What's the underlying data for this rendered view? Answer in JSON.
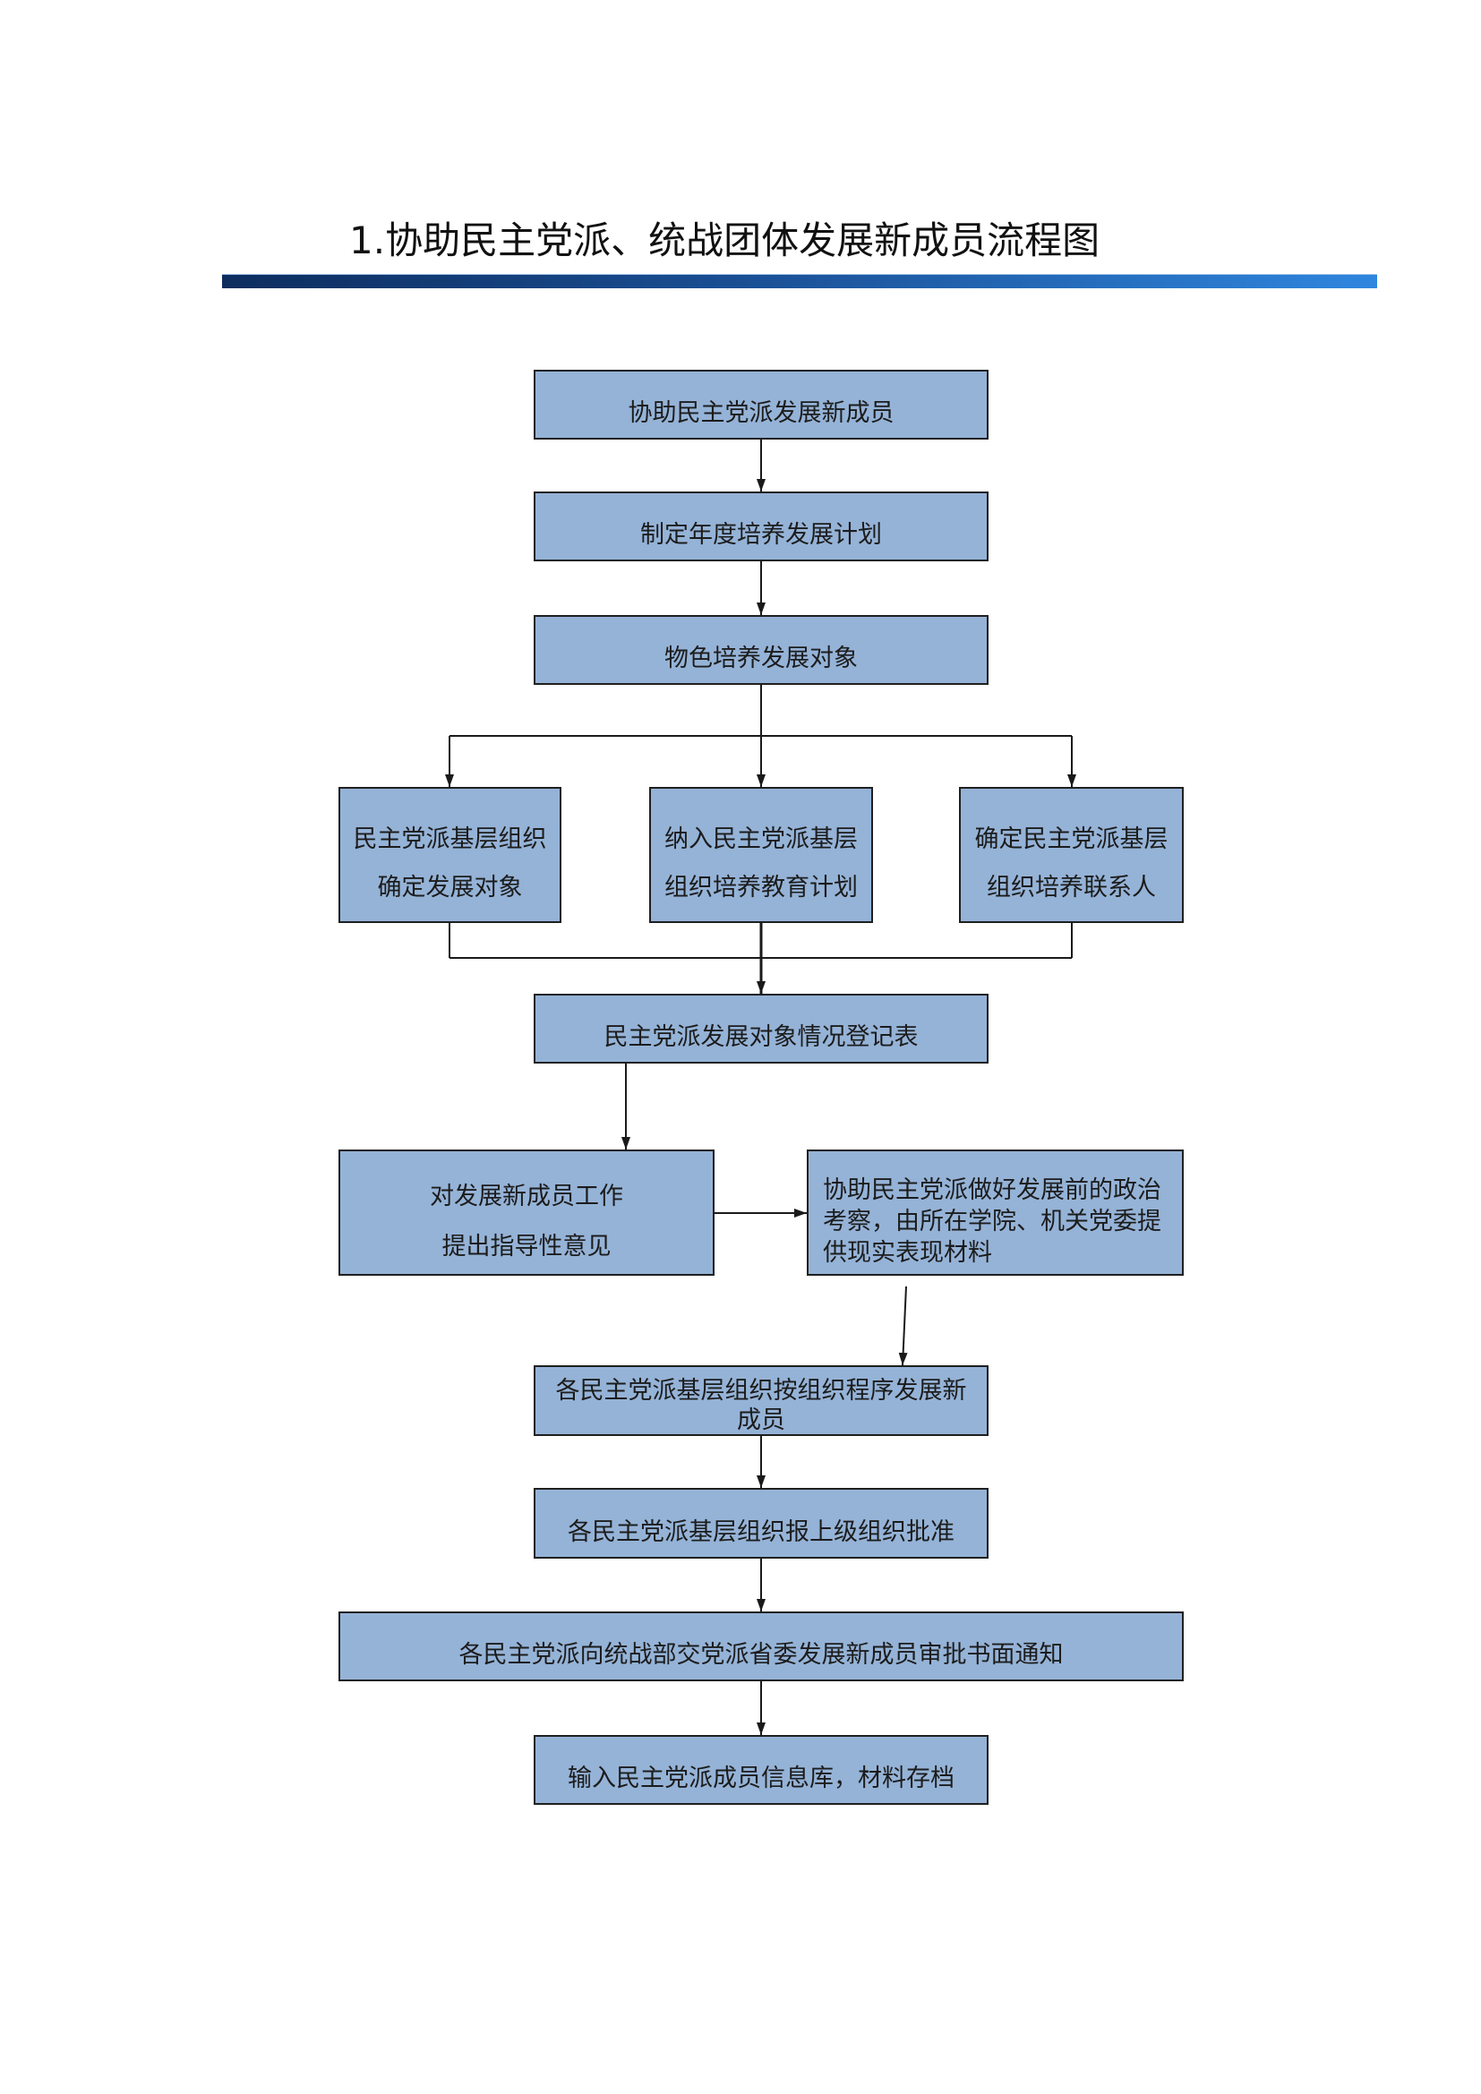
{
  "title": "1.协助民主党派、统战团体发展新成员流程图",
  "colors": {
    "box_fill": "#95b3d7",
    "box_border": "#1f1f1f",
    "bar_start": "#0d2d5e",
    "bar_end": "#2f86de"
  },
  "boxes": [
    {
      "lines": [
        "协助民主党派发展新成员"
      ]
    },
    {
      "lines": [
        "制定年度培养发展计划"
      ]
    },
    {
      "lines": [
        "物色培养发展对象"
      ]
    },
    {
      "lines": [
        "民主党派基层组织",
        "确定发展对象"
      ]
    },
    {
      "lines": [
        "纳入民主党派基层",
        "组织培养教育计划"
      ]
    },
    {
      "lines": [
        "确定民主党派基层",
        "组织培养联系人"
      ]
    },
    {
      "lines": [
        "民主党派发展对象情况登记表"
      ]
    },
    {
      "lines": [
        "对发展新成员工作",
        "提出指导性意见"
      ]
    },
    {
      "lines": [
        "协助民主党派做好发展前的政治",
        "考察，由所在学院、机关党委提",
        "供现实表现材料"
      ]
    },
    {
      "lines": [
        "各民主党派基层组织按组织程序发展新",
        "成员"
      ]
    },
    {
      "lines": [
        "各民主党派基层组织报上级组织批准"
      ]
    },
    {
      "lines": [
        "各民主党派向统战部交党派省委发展新成员审批书面通知"
      ]
    },
    {
      "lines": [
        "输入民主党派成员信息库，材料存档"
      ]
    }
  ]
}
